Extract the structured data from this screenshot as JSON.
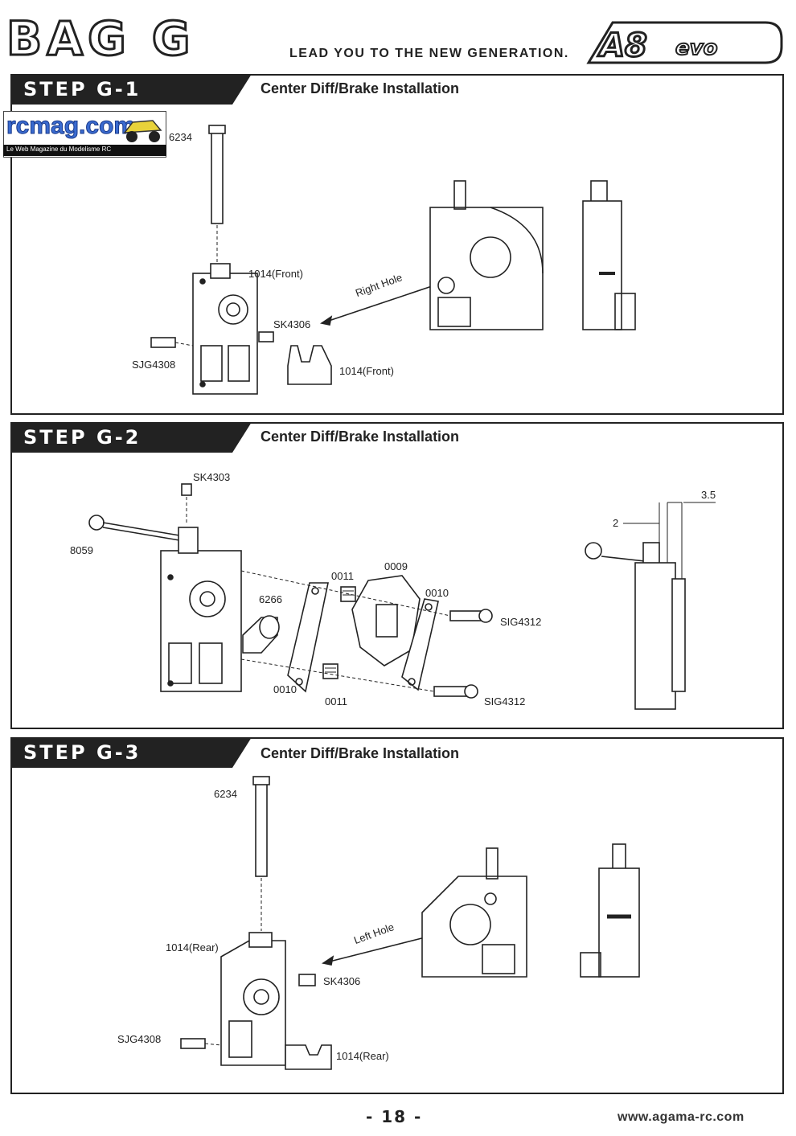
{
  "header": {
    "bag_title": "BAG G",
    "tagline": "LEAD YOU TO THE NEW GENERATION.",
    "brand_logo_text": "A8evo"
  },
  "watermark": {
    "site": "rcmag.com",
    "subtitle": "Le Web Magazine du Modelisme RC"
  },
  "steps": [
    {
      "tab": "STEP G-1",
      "title": "Center Diff/Brake Installation",
      "labels": {
        "part_6234": "6234",
        "part_1014_front_top": "1014(Front)",
        "right_hole": "Right Hole",
        "part_sk4306": "SK4306",
        "part_sjg4308": "SJG4308",
        "part_1014_front_bottom": "1014(Front)"
      }
    },
    {
      "tab": "STEP G-2",
      "title": "Center Diff/Brake Installation",
      "labels": {
        "part_sk4303": "SK4303",
        "part_8059": "8059",
        "part_0011_top": "0011",
        "part_0009": "0009",
        "part_6266": "6266",
        "part_0010_right": "0010",
        "part_sig4312_top": "SIG4312",
        "part_0010_left": "0010",
        "part_0011_bottom": "0011",
        "part_sig4312_bottom": "SIG4312",
        "dim_35": "3.5",
        "dim_2": "2"
      }
    },
    {
      "tab": "STEP G-3",
      "title": "Center Diff/Brake Installation",
      "labels": {
        "part_6234": "6234",
        "part_1014_rear_top": "1014(Rear)",
        "left_hole": "Left Hole",
        "part_sk4306": "SK4306",
        "part_sjg4308": "SJG4308",
        "part_1014_rear_bottom": "1014(Rear)"
      }
    }
  ],
  "footer": {
    "page_number": "- 18 -",
    "website": "www.agama-rc.com"
  }
}
